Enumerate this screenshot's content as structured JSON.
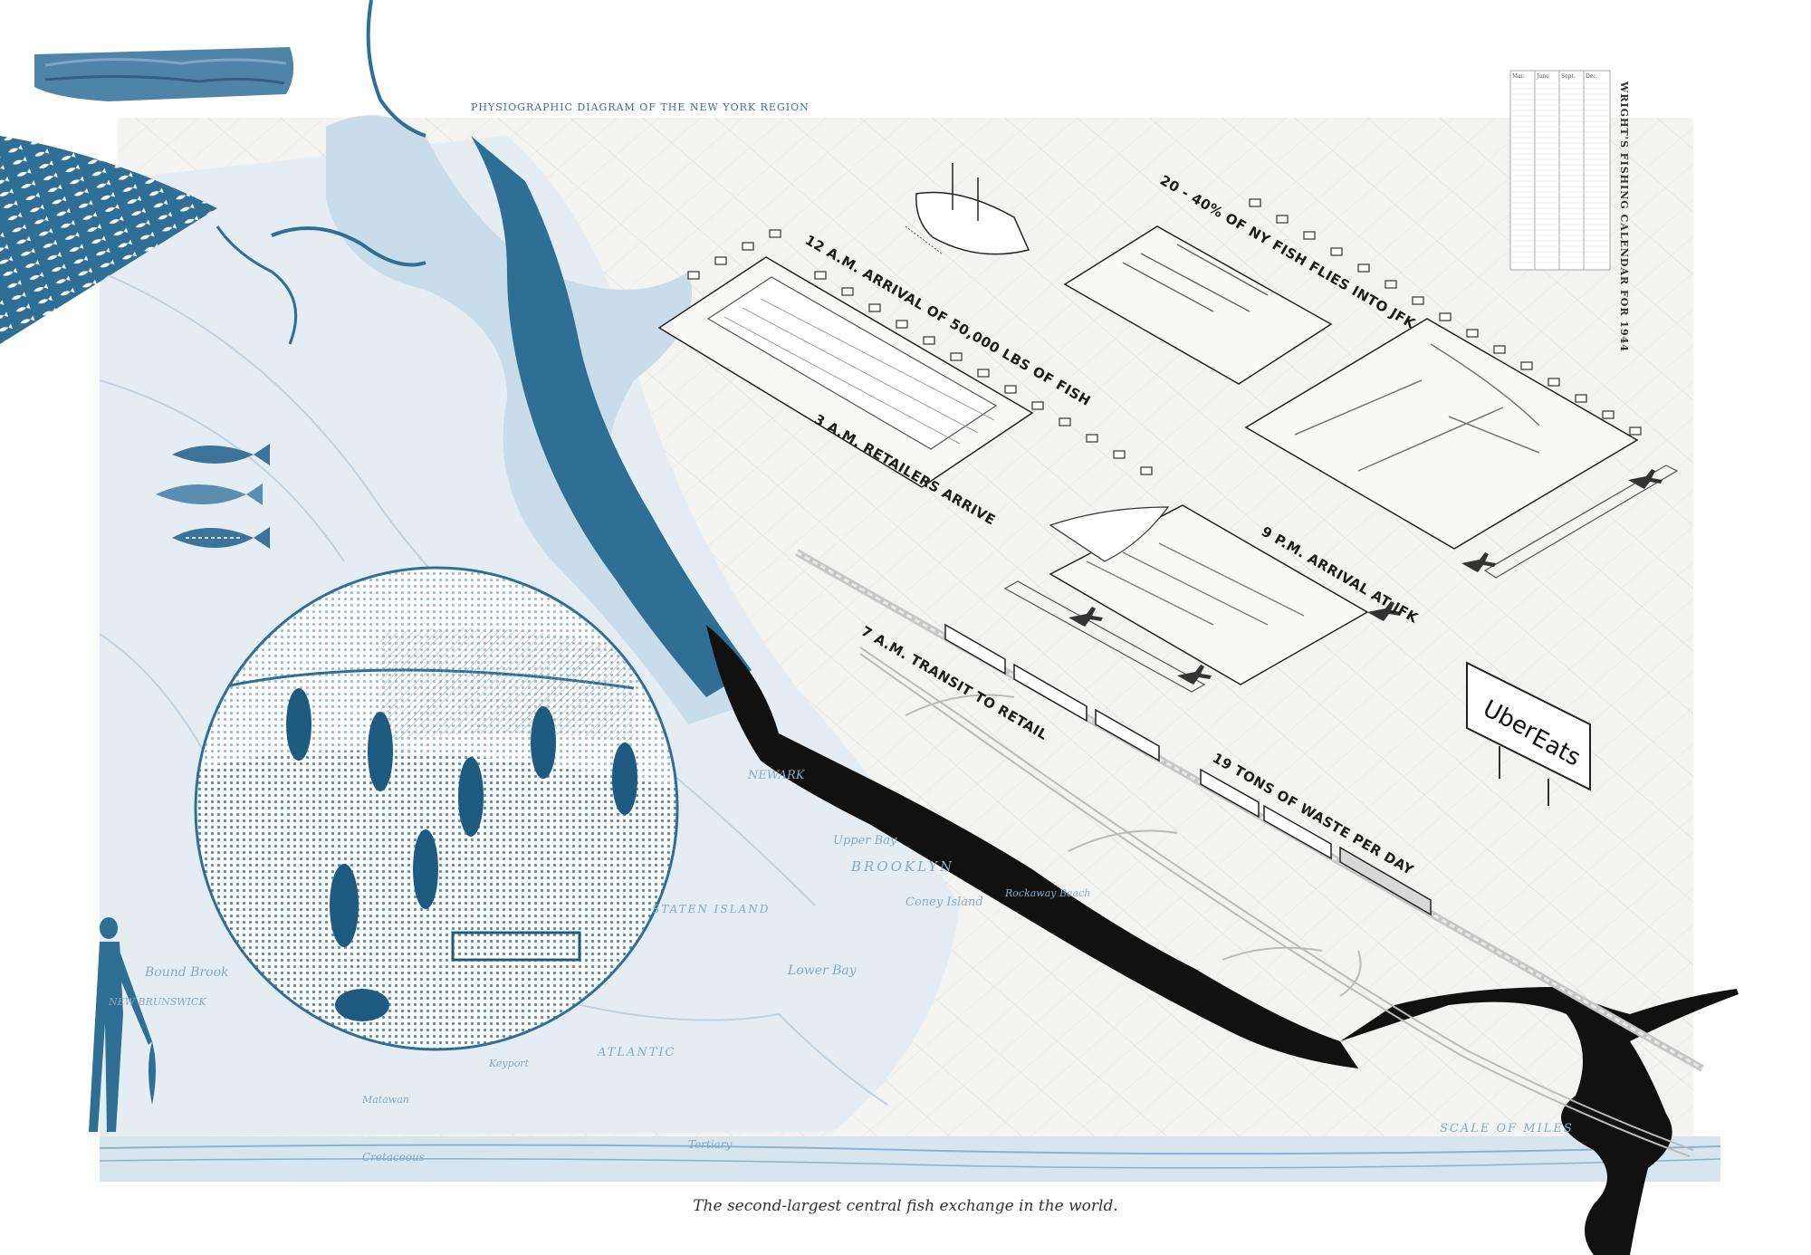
{
  "map": {
    "title": "PHYSIOGRAPHIC DIAGRAM OF THE NEW YORK REGION",
    "places": [
      "Bound Brook",
      "NEWARK",
      "Upper Bay",
      "BROOKLYN",
      "Coney Island",
      "Lower Bay",
      "ATLANTIC",
      "Tertiary",
      "Cretaceous",
      "SCALE OF MILES",
      "Rockaway Beach",
      "STATEN ISLAND",
      "NEW BRUNSWICK",
      "Matawan",
      "Keyport"
    ]
  },
  "calendar": {
    "title": "WRIGHT'S FISHING CALENDAR FOR 1944",
    "months": [
      "Mar.",
      "June",
      "Sept.",
      "Dec."
    ]
  },
  "labels": {
    "arrival_fish": "12 A.M. ARRIVAL OF 50,000 LBS OF FISH",
    "retailers": "3 A.M. RETAILERS ARRIVE",
    "jfk_share": "20 - 40% OF NY FISH FLIES INTO JFK",
    "jfk_arrival": "9 P.M. ARRIVAL AT JFK",
    "transit": "7 A.M. TRANSIT TO RETAIL",
    "waste": "19 TONS OF WASTE PER DAY"
  },
  "billboard": {
    "line1": "Uber",
    "line2": "Eats"
  },
  "caption": "The second-largest central fish exchange in the world.",
  "colors": {
    "water": "#2f6f96",
    "light_water": "#c5d9e8",
    "ink": "#111111",
    "map": "#9fbdd3",
    "paper": "#f3f3f1"
  }
}
